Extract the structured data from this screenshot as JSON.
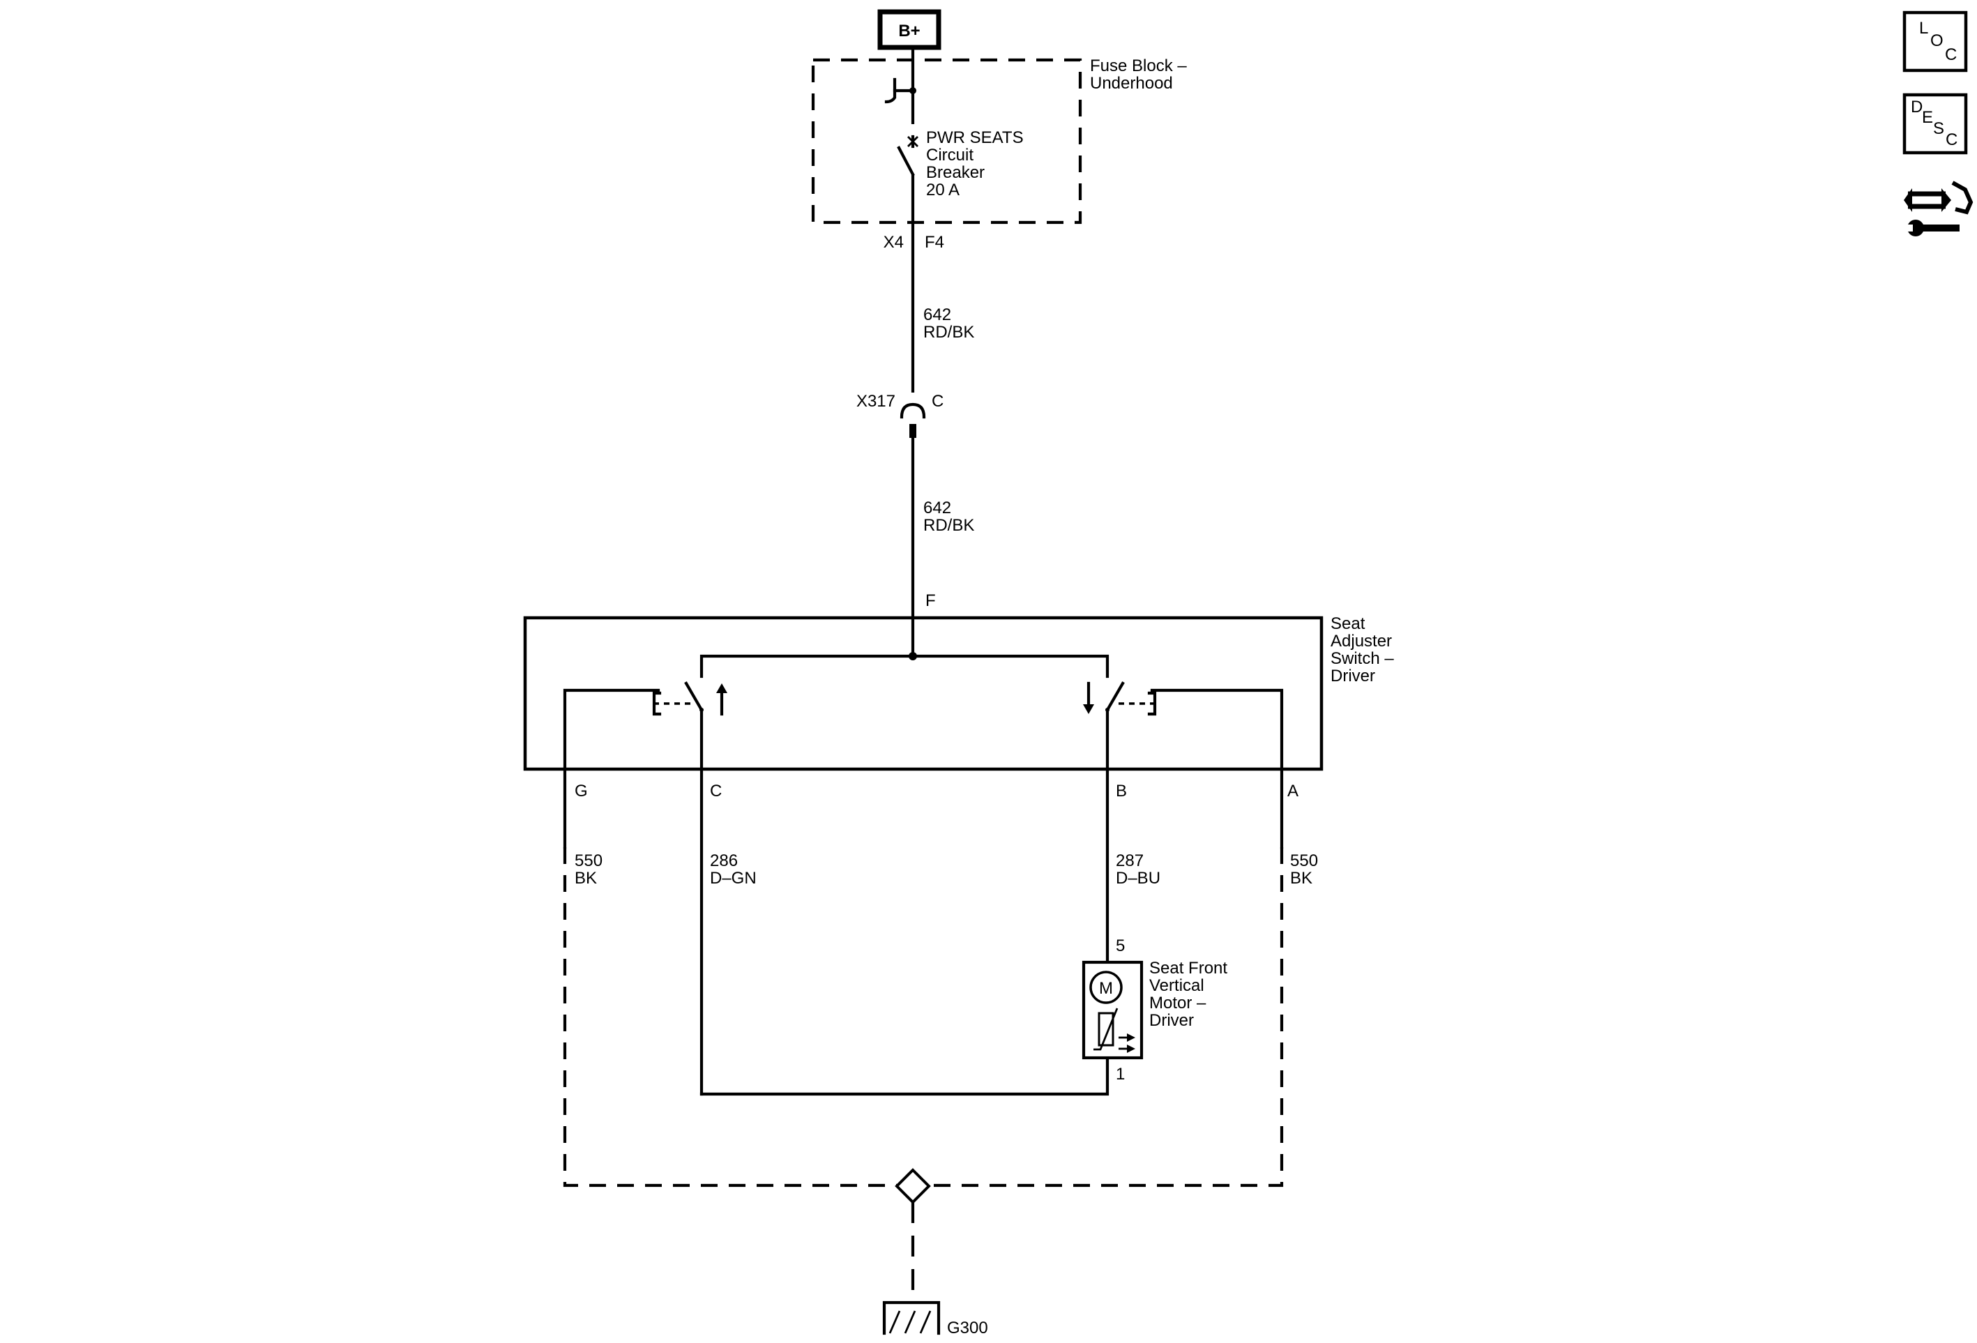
{
  "power": {
    "label": "B+"
  },
  "fuse_block": {
    "title_line1": "Fuse Block –",
    "title_line2": "Underhood",
    "breaker_line1": "PWR SEATS",
    "breaker_line2": "Circuit",
    "breaker_line3": "Breaker",
    "breaker_line4": "20 A",
    "connector": "X4",
    "pin": "F4"
  },
  "wire_upper": {
    "circuit": "642",
    "color": "RD/BK"
  },
  "inline_connector": {
    "name": "X317",
    "pin": "C"
  },
  "wire_lower": {
    "circuit": "642",
    "color": "RD/BK"
  },
  "switch": {
    "input_pin": "F",
    "title_line1": "Seat",
    "title_line2": "Adjuster",
    "title_line3": "Switch –",
    "title_line4": "Driver",
    "pins": [
      "G",
      "C",
      "B",
      "A"
    ]
  },
  "wires_out": [
    {
      "circuit": "550",
      "color": "BK"
    },
    {
      "circuit": "286",
      "color": "D–GN"
    },
    {
      "circuit": "287",
      "color": "D–BU"
    },
    {
      "circuit": "550",
      "color": "BK"
    }
  ],
  "motor": {
    "symbol": "M",
    "pin_top": "5",
    "pin_bottom": "1",
    "title_line1": "Seat Front",
    "title_line2": "Vertical",
    "title_line3": "Motor –",
    "title_line4": "Driver"
  },
  "ground": {
    "label": "G300"
  },
  "side_icons": {
    "loc": [
      "L",
      "O",
      "C"
    ],
    "desc": [
      "D",
      "E",
      "S",
      "C"
    ],
    "tools_icon": "connector-and-wrench-icon"
  }
}
